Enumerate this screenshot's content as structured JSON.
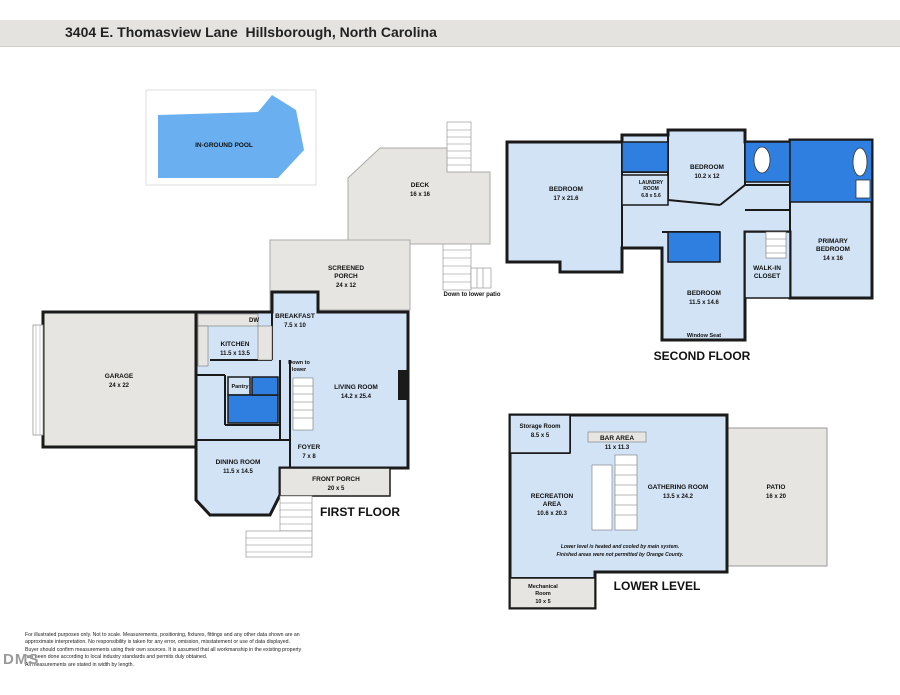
{
  "header": {
    "address": "3404 E. Thomasview Lane  Hillsborough, North Carolina"
  },
  "colors": {
    "room_fill": "#d2e3f5",
    "exterior_fill": "#e6e5e1",
    "bath_fill": "#2f7fe0",
    "pool_fill": "#6ab0f0",
    "wall": "#1a1a1a"
  },
  "first_floor": {
    "title": "FIRST FLOOR",
    "pool": {
      "name": "IN-GROUND POOL"
    },
    "deck": {
      "name": "DECK",
      "size": "16 x 16"
    },
    "screened_porch": {
      "name": "SCREENED",
      "name2": "PORCH",
      "size": "24 x 12"
    },
    "down_to_lower_patio": "Down to lower patio",
    "breakfast": {
      "name": "BREAKFAST",
      "size": "7.5 x 10"
    },
    "dw": "DW",
    "kitchen": {
      "name": "KITCHEN",
      "size": "11.5 x 13.5"
    },
    "garage": {
      "name": "GARAGE",
      "size": "24 x 22"
    },
    "pantry": "Pantry",
    "down_to_lower": {
      "line1": "Down to",
      "line2": "lower"
    },
    "living_room": {
      "name": "LIVING ROOM",
      "size": "14.2 x 25.4"
    },
    "foyer": {
      "name": "FOYER",
      "size": "7 x 8"
    },
    "dining_room": {
      "name": "DINING ROOM",
      "size": "11.5 x 14.5"
    },
    "front_porch": {
      "name": "FRONT PORCH",
      "size": "20 x 5"
    }
  },
  "second_floor": {
    "title": "SECOND FLOOR",
    "bedroom_large": {
      "name": "BEDROOM",
      "size": "17 x 21.6"
    },
    "laundry": {
      "name": "LAUNDRY",
      "name2": "ROOM",
      "size": "6.8 x 5.6"
    },
    "bedroom_small": {
      "name": "BEDROOM",
      "size": "10.2 x 12"
    },
    "primary_bedroom": {
      "name": "PRIMARY",
      "name2": "BEDROOM",
      "size": "14 x 16"
    },
    "walk_in_closet": {
      "name": "WALK-IN",
      "name2": "CLOSET"
    },
    "bedroom_bottom": {
      "name": "BEDROOM",
      "size": "11.5 x 14.6"
    },
    "window_seat": "Window Seat"
  },
  "lower_level": {
    "title": "LOWER LEVEL",
    "storage": {
      "name": "Storage Room",
      "size": "8.5 x 5"
    },
    "bar_area": {
      "name": "BAR AREA",
      "size": "11 x 11.3"
    },
    "recreation": {
      "name": "RECREATION",
      "name2": "AREA",
      "size": "10.6 x 20.3"
    },
    "gathering": {
      "name": "GATHERING ROOM",
      "size": "13.5 x 24.2"
    },
    "patio": {
      "name": "PATIO",
      "size": "16 x 20"
    },
    "note_line1": "Lower level is heated and cooled by main system.",
    "note_line2": "Finished areas were not permitted by Orange County.",
    "mechanical": {
      "name": "Mechanical",
      "name2": "Room",
      "size": "10 x 5"
    }
  },
  "disclaimer": [
    "For illustrated purposes only. Not to scale. Measurements, positioning, fixtures, fittings and any other data shown are an",
    "approximate interpretation. No responsibility is taken for any error, omission, misstatement or use of data displayed.",
    "Buyer should confirm measurements using their own sources. It is assumed that all workmanship in the existing property",
    "has been done according to local industry standards and permits duly obtained.",
    "All measurements are stated in width by length."
  ],
  "watermark": "DMS"
}
